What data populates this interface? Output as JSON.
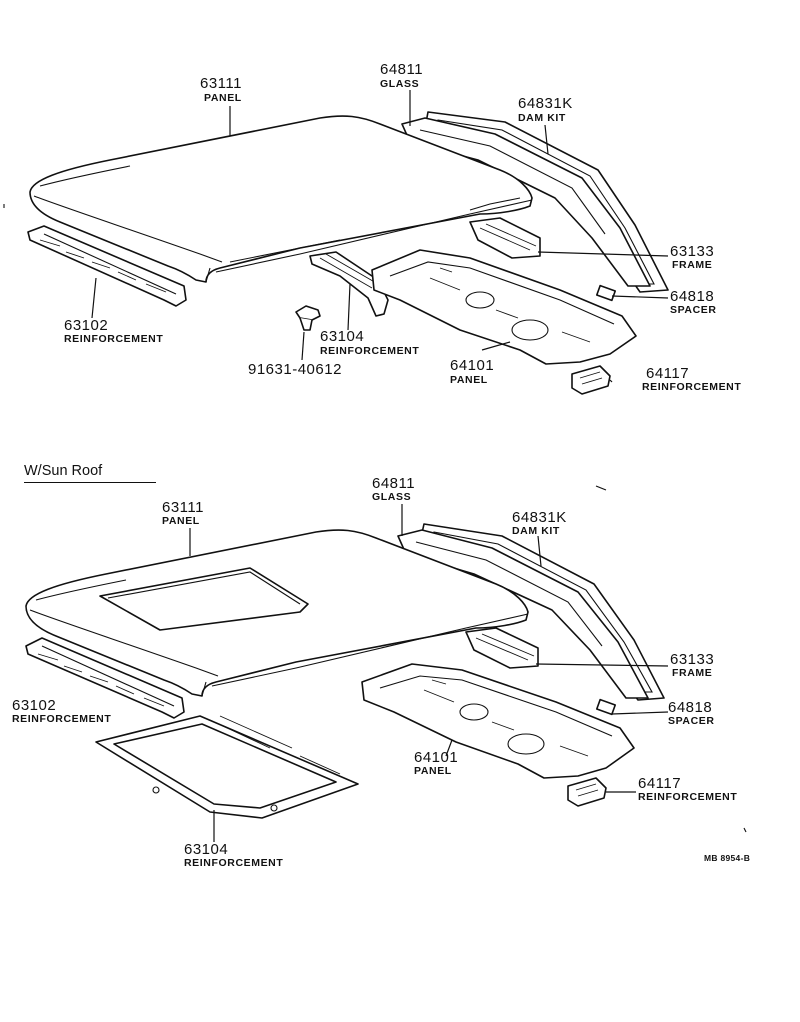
{
  "section_label": "W/Sun Roof",
  "drawing_code": "MB 8954-B",
  "top": {
    "p63111": {
      "number": "63111",
      "name": "PANEL"
    },
    "p64811": {
      "number": "64811",
      "name": "GLASS"
    },
    "p64831k": {
      "number": "64831K",
      "name": "DAM KIT"
    },
    "p63133": {
      "number": "63133",
      "name": "FRAME"
    },
    "p64818": {
      "number": "64818",
      "name": "SPACER"
    },
    "p64117": {
      "number": "64117",
      "name": "REINFORCEMENT"
    },
    "p64101": {
      "number": "64101",
      "name": "PANEL"
    },
    "p63104": {
      "number": "63104",
      "name": "REINFORCEMENT"
    },
    "p63102": {
      "number": "63102",
      "name": "REINFORCEMENT"
    },
    "p91631": {
      "number": "91631-40612"
    }
  },
  "bottom": {
    "p63111": {
      "number": "63111",
      "name": "PANEL"
    },
    "p64811": {
      "number": "64811",
      "name": "GLASS"
    },
    "p64831k": {
      "number": "64831K",
      "name": "DAM KIT"
    },
    "p63133": {
      "number": "63133",
      "name": "FRAME"
    },
    "p64818": {
      "number": "64818",
      "name": "SPACER"
    },
    "p64117": {
      "number": "64117",
      "name": "REINFORCEMENT"
    },
    "p64101": {
      "number": "64101",
      "name": "PANEL"
    },
    "p63104": {
      "number": "63104",
      "name": "REINFORCEMENT"
    },
    "p63102": {
      "number": "63102",
      "name": "REINFORCEMENT"
    }
  }
}
